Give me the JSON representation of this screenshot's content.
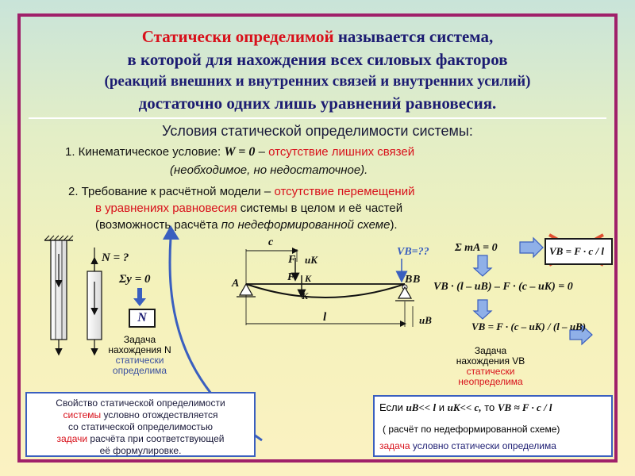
{
  "header": {
    "line1_red": "Статически определимой",
    "line1_rest": " называется система,",
    "line2": "в которой для нахождения всех силовых факторов",
    "line3": "(реакций внешних и внутренних связей и внутренних усилий)",
    "line4": "достаточно одних лишь уравнений равновесия."
  },
  "subtitle": "Условия статической определимости системы:",
  "item1": {
    "prefix": "1.  Кинематическое условие: ",
    "formula": "W = 0",
    "dash": " – ",
    "red": "отсутствие  лишних связей",
    "line2": "(необходимое, но недостаточное)."
  },
  "item2": {
    "prefix": "2. Требование к расчётной модели – ",
    "red1": "отсутствие перемещений",
    "red2": "в уравнениях равновесия",
    "rest2": " системы в целом и её частей",
    "line3a": "(возможность расчёта ",
    "line3b": "по недеформированной схеме",
    "line3c": ")."
  },
  "left_diagram": {
    "n_query": "N = ?",
    "sum_y": "Σy = 0",
    "n_box": "N",
    "cap1": "Задача",
    "cap2": "нахождения N",
    "cap3": "статически",
    "cap4": "определима"
  },
  "beam": {
    "c": "c",
    "F": "F",
    "uK": "uK",
    "F2": "F",
    "K": "K",
    "K2": "K",
    "A": "A",
    "B": "B",
    "B2": "B",
    "l": "l",
    "uB": "uB",
    "VB_query": "VB=??"
  },
  "equations": {
    "sum_mA": "Σ mA = 0",
    "vb_cross": "VB = F · c / l",
    "eq_full": "VB · (l – uB) – F · (c – uK) = 0",
    "vb_result": "VB = F · (c – uK) / (l – uB)",
    "cap1": "Задача",
    "cap2": "нахождения VB",
    "cap3": "статически",
    "cap4": "неопределима"
  },
  "property_box": {
    "l1": "Свойство статической определимости",
    "l2_red": "системы",
    "l2_rest": " условно отождествляется",
    "l3": "со статической определимостью",
    "l4_red": "задачи",
    "l4_rest": " расчёта при соответствующей",
    "l5": "её формулировке."
  },
  "approx_box": {
    "if": "Если",
    "cond1": "uB<< l",
    "and": "и",
    "cond2": "uK<< c,",
    "then": "то",
    "approx": "VB ≈ F · c / l",
    "note": "( расчёт по недеформированной схеме)",
    "final_red": "задача",
    "final_rest": " условно статически определима"
  },
  "colors": {
    "frame": "#a0206a",
    "title": "#1c1c72",
    "accent_red": "#d8101a",
    "arrow_blue": "#3a5fbf",
    "cross": "#e05030"
  }
}
